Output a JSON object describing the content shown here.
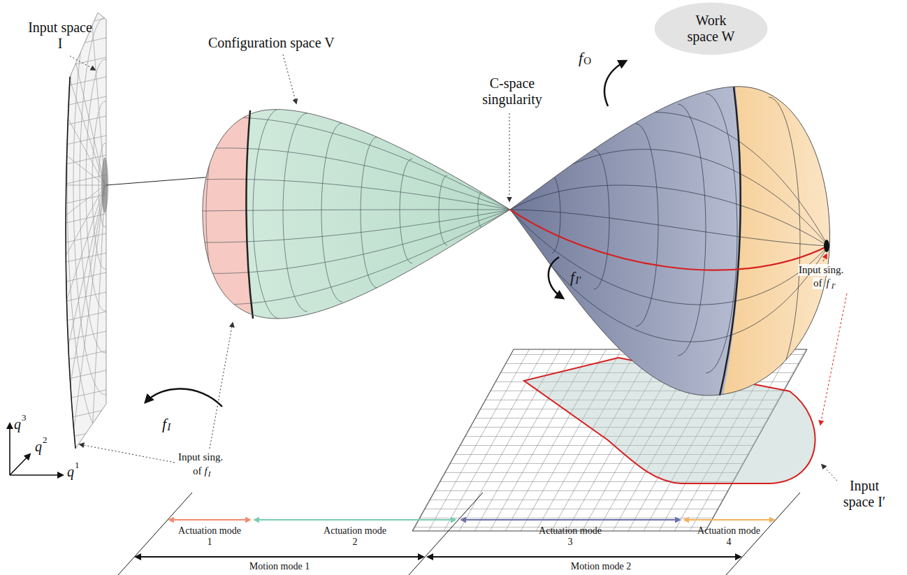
{
  "diagram": {
    "nodes": [
      {
        "text": [
          "Work space W"
        ]
      }
    ],
    "labels": [
      "Input space I",
      "Configuration space V",
      "C-space singularity",
      "Input sing.",
      "of",
      "f",
      "I",
      "Input sing.",
      "of",
      "f",
      "I′",
      "Input space I′",
      "f",
      "I",
      "f",
      "O",
      "f",
      "I′",
      "q",
      "3",
      "q",
      "2",
      "q",
      "1",
      "Actuation mode 1",
      "Actuation mode 2",
      "Actuation mode 3",
      "Actuation mode 4",
      "Motion mode 1",
      "Motion mode 2"
    ]
  }
}
